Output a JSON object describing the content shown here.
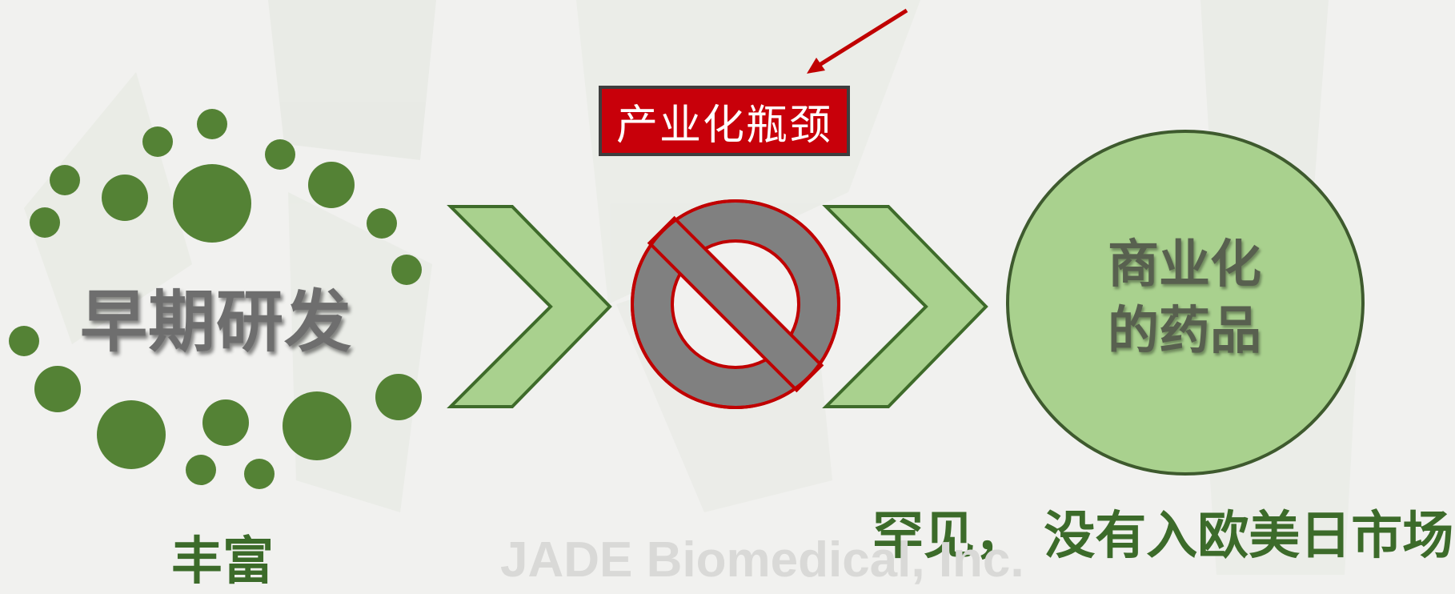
{
  "diagram": {
    "early_rd_label": "早期研发",
    "early_rd_caption": "丰富",
    "bottleneck_label": "产业化瓶颈",
    "commercial_line1": "商业化",
    "commercial_line2": "的药品",
    "commercial_caption": "罕见， 没有入欧美日市场",
    "watermark": "JADE Biomedical, Inc."
  },
  "colors": {
    "background": "#f1f1ef",
    "dot_green": "#548235",
    "chevron_fill": "#a9d18e",
    "chevron_stroke": "#3e6b2a",
    "no_sign_fill": "#808080",
    "no_sign_stroke": "#c00000",
    "bottleneck_bg": "#c8000a",
    "arrow_red": "#c00000",
    "caption_green": "#3c6b2a"
  },
  "icons": [
    "dot-cluster",
    "chevron-right-icon",
    "no-entry-icon",
    "arrow-icon"
  ]
}
